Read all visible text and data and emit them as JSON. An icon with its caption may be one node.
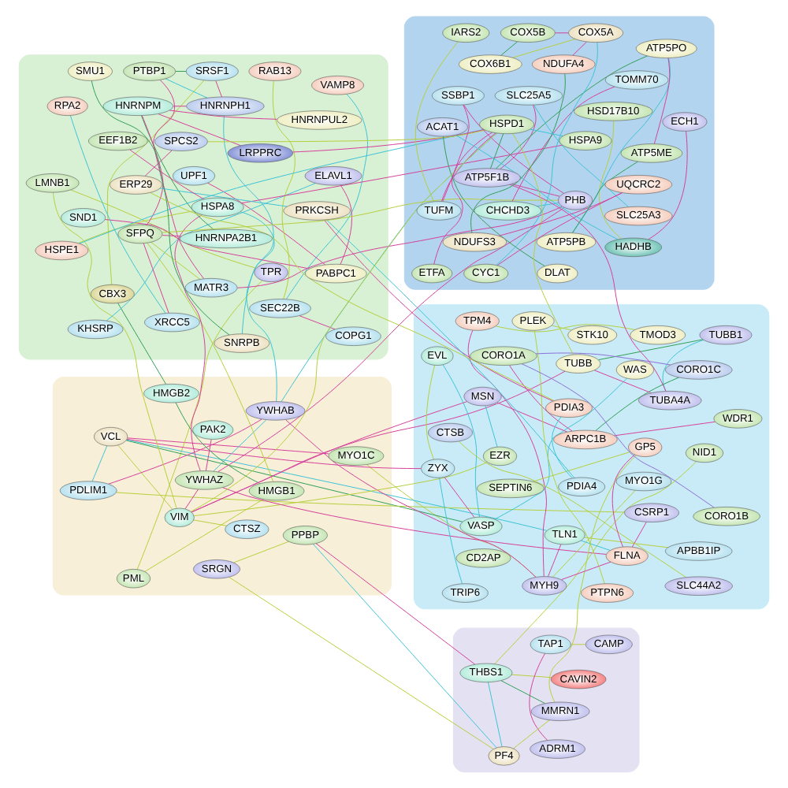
{
  "diagram": {
    "nodes": [
      {
        "text": [],
        "shape": "ellipse"
      },
      {
        "text": [
          "MYO1C"
        ],
        "in": 0
      },
      {
        "text": [
          "SRGN"
        ],
        "in": 0
      },
      {
        "text": [
          "PPBP"
        ],
        "in": 0
      },
      {
        "text": [
          "PML"
        ],
        "in": 0
      },
      {
        "text": [
          "VCL"
        ],
        "in": 0
      },
      {
        "text": [
          "PDLIM1"
        ],
        "in": 0
      },
      {
        "text": [
          "YWHAB"
        ],
        "in": 0
      },
      {
        "text": [
          "HMGB2"
        ],
        "in": 0
      },
      {
        "text": [
          "CTSZ"
        ],
        "in": 0
      },
      {
        "text": [
          "HMGB1"
        ],
        "in": 0
      },
      {
        "text": [
          "VIM"
        ],
        "in": 0
      },
      {
        "text": [
          "PAK2"
        ],
        "in": 0
      },
      {
        "text": [
          "YWHAZ"
        ],
        "in": 0
      },
      {
        "text": [],
        "shape": "ellipse"
      },
      {
        "text": [
          "CAVIN2"
        ],
        "in": 14
      },
      {
        "text": [
          "ADRM1"
        ],
        "in": 14
      },
      {
        "text": [
          "CAMP"
        ],
        "in": 14
      },
      {
        "text": [
          "PF4"
        ],
        "in": 14
      },
      {
        "text": [
          "THBS1"
        ],
        "in": 14
      },
      {
        "text": [
          "TAP1"
        ],
        "in": 14
      },
      {
        "text": [
          "MMRN1"
        ],
        "in": 14
      },
      {
        "text": [],
        "shape": "ellipse"
      },
      {
        "text": [
          "TRIP6"
        ],
        "in": 22
      },
      {
        "text": [
          "ZYX"
        ],
        "in": 22
      },
      {
        "text": [
          "NID1"
        ],
        "in": 22
      },
      {
        "text": [
          "WDR1"
        ],
        "in": 22
      },
      {
        "text": [
          "WAS"
        ],
        "in": 22
      },
      {
        "text": [
          "VASP"
        ],
        "in": 22
      },
      {
        "text": [
          "PLEK"
        ],
        "in": 22
      },
      {
        "text": [
          "MYO1G"
        ],
        "in": 22
      },
      {
        "text": [
          "CD2AP"
        ],
        "in": 22
      },
      {
        "text": [
          "TUBB1"
        ],
        "in": 22
      },
      {
        "text": [
          "TPM4"
        ],
        "in": 22
      },
      {
        "text": [
          "EZR"
        ],
        "in": 22
      },
      {
        "text": [
          "MSN"
        ],
        "in": 22
      },
      {
        "text": [
          "ARPC1B"
        ],
        "in": 22
      },
      {
        "text": [
          "APBB1IP"
        ],
        "in": 22
      },
      {
        "text": [
          "TMOD3"
        ],
        "in": 22
      },
      {
        "text": [
          "STK10"
        ],
        "in": 22
      },
      {
        "text": [
          "EVL"
        ],
        "in": 22
      },
      {
        "text": [
          "TLN1"
        ],
        "in": 22
      },
      {
        "text": [
          "PTPN6"
        ],
        "in": 22
      },
      {
        "text": [
          "CSRP1"
        ],
        "in": 22
      },
      {
        "text": [
          "CORO1C"
        ],
        "in": 22
      },
      {
        "text": [
          "TUBA4A"
        ],
        "in": 22
      },
      {
        "text": [
          "CTSB"
        ],
        "in": 22
      },
      {
        "text": [
          "SEPTIN6"
        ],
        "in": 22
      },
      {
        "text": [
          "MYH9"
        ],
        "in": 22
      },
      {
        "text": [
          "CORO1A"
        ],
        "in": 22
      },
      {
        "text": [
          "CORO1B"
        ],
        "in": 22
      },
      {
        "text": [
          "SLC44A2"
        ],
        "in": 22
      },
      {
        "text": [
          "PDIA3"
        ],
        "in": 22
      },
      {
        "text": [
          "GP5"
        ],
        "in": 22
      },
      {
        "text": [
          "FLNA"
        ],
        "in": 22
      },
      {
        "text": [
          "TUBB"
        ],
        "in": 22
      },
      {
        "text": [
          "PDIA4"
        ],
        "in": 22
      },
      {
        "text": [],
        "shape": "ellipse"
      },
      {
        "text": [
          "VAMP8"
        ],
        "in": 57
      },
      {
        "text": [
          "SEC22B"
        ],
        "in": 57
      },
      {
        "text": [
          "CBX3"
        ],
        "in": 57
      },
      {
        "text": [
          "UPF1"
        ],
        "in": 57
      },
      {
        "text": [
          "KHSRP"
        ],
        "in": 57
      },
      {
        "text": [
          "COPG1"
        ],
        "in": 57
      },
      {
        "text": [
          "TPR"
        ],
        "in": 57
      },
      {
        "text": [
          "RAB13"
        ],
        "in": 57
      },
      {
        "text": [
          "SRSF1"
        ],
        "in": 57
      },
      {
        "text": [
          "ELAVL1"
        ],
        "in": 57
      },
      {
        "text": [
          "LMNB1"
        ],
        "in": 57
      },
      {
        "text": [
          "PTBP1"
        ],
        "in": 57
      },
      {
        "text": [
          "SNRPB"
        ],
        "in": 57
      },
      {
        "text": [
          "PABPC1"
        ],
        "in": 57
      },
      {
        "text": [
          "SND1"
        ],
        "in": 57
      },
      {
        "text": [
          "HNRNPH1"
        ],
        "in": 57
      },
      {
        "text": [
          "MATR3"
        ],
        "in": 57
      },
      {
        "text": [
          "HSPA8"
        ],
        "in": 57
      },
      {
        "text": [
          "HNRNPM"
        ],
        "in": 57
      },
      {
        "text": [
          "HNRNPA2B1"
        ],
        "in": 57
      },
      {
        "text": [
          "HSPE1"
        ],
        "in": 57
      },
      {
        "text": [
          "PRKCSH"
        ],
        "in": 57
      },
      {
        "text": [
          "SFPQ"
        ],
        "in": 57
      },
      {
        "text": [
          "ERP29"
        ],
        "in": 57
      },
      {
        "text": [
          "HNRNPUL2"
        ],
        "in": 57
      },
      {
        "text": [
          "EEF1B2"
        ],
        "in": 57
      },
      {
        "text": [
          "RPA2"
        ],
        "in": 57
      },
      {
        "text": [
          "LRPPRC"
        ],
        "in": 57
      },
      {
        "text": [
          "XRCC5"
        ],
        "in": 57
      },
      {
        "text": [
          "SMU1"
        ],
        "in": 57
      },
      {
        "text": [],
        "shape": "ellipse"
      },
      {
        "text": [
          "PHB"
        ],
        "in": 88
      },
      {
        "text": [
          "SSBP1"
        ],
        "in": 88
      },
      {
        "text": [
          "CHCHD3"
        ],
        "in": 88
      },
      {
        "text": [
          "ATP5F1B"
        ],
        "in": 88
      },
      {
        "text": [
          "TOMM70"
        ],
        "in": 88
      },
      {
        "text": [
          "TUFM"
        ],
        "in": 88
      },
      {
        "text": [
          "SLC25A5"
        ],
        "in": 88
      },
      {
        "text": [
          "SLC25A3"
        ],
        "in": 88
      },
      {
        "text": [
          "DLAT"
        ],
        "in": 88
      },
      {
        "text": [
          "HSPD1"
        ],
        "in": 88
      },
      {
        "text": [
          "HSD17B10"
        ],
        "in": 88
      },
      {
        "text": [
          "IARS2"
        ],
        "in": 88
      },
      {
        "text": [
          "CYC1"
        ],
        "in": 88
      },
      {
        "text": [
          "COX5B"
        ],
        "in": 88
      },
      {
        "text": [
          "ACAT1"
        ],
        "in": 88
      },
      {
        "text": [
          "ATP5PO"
        ],
        "in": 88
      },
      {
        "text": [
          "COX6B1"
        ],
        "in": 88
      },
      {
        "text": [
          "NDUFS3"
        ],
        "in": 88
      },
      {
        "text": [
          "HADHB"
        ],
        "in": 88
      },
      {
        "text": [
          "UQCRC2"
        ],
        "in": 88
      },
      {
        "text": [
          "ATP5PB"
        ],
        "in": 88
      },
      {
        "text": [
          "COX5A"
        ],
        "in": 88
      },
      {
        "text": [
          "ECH1"
        ],
        "in": 88
      },
      {
        "text": [
          "ATP5ME"
        ],
        "in": 88
      },
      {
        "text": [
          "NDUFA4"
        ],
        "in": 88
      },
      {
        "text": [
          "ETFA"
        ],
        "in": 88
      },
      {
        "text": [
          "HSPA9"
        ],
        "in": 88
      },
      {
        "text": [
          "SPCS2"
        ],
        "in": 57
      }
    ],
    "edges": [
      {
        "from": 1,
        "to": 5,
        "arrow": "none"
      },
      {
        "from": 5,
        "to": 6,
        "arrow": "none",
        "color": "#3cc3d6"
      },
      {
        "from": 6,
        "to": 7,
        "arrow": "none"
      },
      {
        "from": 7,
        "to": 13,
        "arrow": "none",
        "color": "#3cc3d6"
      },
      {
        "from": 11,
        "to": 13,
        "arrow": "none"
      },
      {
        "from": 5,
        "to": 11,
        "arrow": "none",
        "color": "#b5cf3a"
      },
      {
        "from": 9,
        "to": 11,
        "arrow": "none",
        "color": "#b5cf3a"
      },
      {
        "from": 8,
        "to": 10,
        "arrow": "none",
        "color": "#2f9e55"
      },
      {
        "from": 4,
        "to": 10,
        "arrow": "none",
        "color": "#b5cf3a"
      },
      {
        "from": 2,
        "to": 3,
        "arrow": "none",
        "color": "#b5cf3a"
      },
      {
        "from": 12,
        "to": 13,
        "arrow": "none"
      },
      {
        "from": 3,
        "to": 18,
        "arrow": "none",
        "color": "#3cc3d6"
      },
      {
        "from": 3,
        "to": 19,
        "arrow": "none"
      },
      {
        "from": 2,
        "to": 18,
        "arrow": "none",
        "color": "#b5cf3a"
      },
      {
        "from": 18,
        "to": 19,
        "arrow": "none",
        "color": "#3cc3d6"
      },
      {
        "from": 18,
        "to": 21,
        "arrow": "none",
        "color": "#b5cf3a"
      },
      {
        "from": 19,
        "to": 21,
        "arrow": "none",
        "color": "#2f9e55"
      },
      {
        "from": 17,
        "to": 20,
        "arrow": "none",
        "color": "#b5cf3a"
      },
      {
        "from": 16,
        "to": 20,
        "arrow": "none"
      },
      {
        "from": 15,
        "to": 19,
        "arrow": "none",
        "color": "#b5cf3a"
      },
      {
        "from": 23,
        "to": 24,
        "arrow": "none",
        "color": "#3cc3d6"
      },
      {
        "from": 24,
        "to": 28,
        "arrow": "none"
      },
      {
        "from": 27,
        "to": 28,
        "arrow": "none",
        "color": "#3cc3d6"
      },
      {
        "from": 26,
        "to": 36,
        "arrow": "none"
      },
      {
        "from": 29,
        "to": 39,
        "arrow": "none",
        "color": "#b5cf3a"
      },
      {
        "from": 34,
        "to": 35,
        "arrow": "none",
        "color": "#3cc3d6"
      },
      {
        "from": 35,
        "to": 36,
        "arrow": "none"
      },
      {
        "from": 36,
        "to": 44,
        "arrow": "none",
        "color": "#2f9e55"
      },
      {
        "from": 44,
        "to": 49,
        "arrow": "none",
        "color": "#8c6fd8"
      },
      {
        "from": 49,
        "to": 50,
        "arrow": "none",
        "color": "#8c6fd8"
      },
      {
        "from": 36,
        "to": 49,
        "arrow": "none"
      },
      {
        "from": 28,
        "to": 40,
        "arrow": "none",
        "color": "#3cc3d6"
      },
      {
        "from": 24,
        "to": 40,
        "arrow": "none",
        "color": "#b5cf3a"
      },
      {
        "from": 41,
        "to": 48,
        "arrow": "none"
      },
      {
        "from": 48,
        "to": 54,
        "arrow": "none"
      },
      {
        "from": 41,
        "to": 54,
        "arrow": "none",
        "color": "#3cc3d6"
      },
      {
        "from": 37,
        "to": 41,
        "arrow": "none",
        "color": "#b5cf3a"
      },
      {
        "from": 32,
        "to": 55,
        "arrow": "none",
        "color": "#2f9e55"
      },
      {
        "from": 45,
        "to": 55,
        "arrow": "none"
      },
      {
        "from": 32,
        "to": 45,
        "arrow": "none",
        "color": "#3cc3d6"
      },
      {
        "from": 33,
        "to": 38,
        "arrow": "none",
        "color": "#b5cf3a"
      },
      {
        "from": 33,
        "to": 48,
        "arrow": "none"
      },
      {
        "from": 30,
        "to": 48,
        "arrow": "none",
        "color": "#b5cf3a"
      },
      {
        "from": 43,
        "to": 54,
        "arrow": "none"
      },
      {
        "from": 42,
        "to": 29,
        "arrow": "none",
        "color": "#b5cf3a"
      },
      {
        "from": 47,
        "to": 53,
        "arrow": "none",
        "color": "#b5cf3a"
      },
      {
        "from": 52,
        "to": 56,
        "arrow": "none",
        "color": "#3cc3d6"
      },
      {
        "from": 53,
        "to": 54,
        "arrow": "none"
      },
      {
        "from": 46,
        "to": 51,
        "arrow": "none",
        "color": "#b5cf3a"
      },
      {
        "from": 25,
        "to": 19,
        "arrow": "none",
        "color": "#b5cf3a"
      },
      {
        "from": 21,
        "to": 53,
        "arrow": "none",
        "color": "#b5cf3a"
      },
      {
        "from": 5,
        "to": 41,
        "arrow": "none",
        "color": "#3cc3d6"
      },
      {
        "from": 5,
        "to": 24,
        "arrow": "none"
      },
      {
        "from": 5,
        "to": 28,
        "arrow": "none",
        "color": "#2f9e55"
      },
      {
        "from": 6,
        "to": 43,
        "arrow": "none",
        "color": "#b5cf3a"
      },
      {
        "from": 11,
        "to": 35,
        "arrow": "none"
      },
      {
        "from": 11,
        "to": 34,
        "arrow": "none",
        "color": "#b5cf3a"
      },
      {
        "from": 7,
        "to": 48,
        "arrow": "none"
      },
      {
        "from": 13,
        "to": 54,
        "arrow": "none"
      },
      {
        "from": 1,
        "to": 48,
        "arrow": "none",
        "color": "#b5cf3a"
      },
      {
        "from": 11,
        "to": 55,
        "arrow": "none"
      },
      {
        "from": 11,
        "to": 68,
        "arrow": "none",
        "color": "#b5cf3a"
      },
      {
        "from": 13,
        "to": 75,
        "arrow": "none"
      },
      {
        "from": 7,
        "to": 75,
        "arrow": "none",
        "color": "#3cc3d6"
      },
      {
        "from": 10,
        "to": 80,
        "arrow": "none",
        "color": "#b5cf3a"
      },
      {
        "from": 8,
        "to": 60,
        "arrow": "none",
        "color": "#2f9e55"
      },
      {
        "from": 4,
        "to": 64,
        "arrow": "none",
        "color": "#b5cf3a"
      },
      {
        "from": 58,
        "to": 59,
        "arrow": "none",
        "color": "#3cc3d6"
      },
      {
        "from": 59,
        "to": 63,
        "arrow": "none"
      },
      {
        "from": 60,
        "to": 66,
        "arrow": "none",
        "color": "#b5cf3a"
      },
      {
        "from": 61,
        "to": 71,
        "arrow": "none"
      },
      {
        "from": 62,
        "to": 67,
        "arrow": "none",
        "color": "#3cc3d6"
      },
      {
        "from": 67,
        "to": 71,
        "arrow": "none"
      },
      {
        "from": 66,
        "to": 69,
        "arrow": "none",
        "color": "#2f9e55"
      },
      {
        "from": 66,
        "to": 73,
        "arrow": "none"
      },
      {
        "from": 69,
        "to": 73,
        "arrow": "none",
        "color": "#3cc3d6"
      },
      {
        "from": 73,
        "to": 76,
        "arrow": "none"
      },
      {
        "from": 76,
        "to": 77,
        "arrow": "none",
        "color": "#2f9e55"
      },
      {
        "from": 69,
        "to": 74,
        "arrow": "none"
      },
      {
        "from": 74,
        "to": 80,
        "arrow": "none",
        "color": "#b5cf3a"
      },
      {
        "from": 76,
        "to": 80,
        "arrow": "none"
      },
      {
        "from": 70,
        "to": 73,
        "arrow": "none",
        "color": "#3cc3d6"
      },
      {
        "from": 64,
        "to": 68,
        "arrow": "none",
        "color": "#b5cf3a"
      },
      {
        "from": 72,
        "to": 71,
        "arrow": "none"
      },
      {
        "from": 82,
        "to": 76,
        "arrow": "none"
      },
      {
        "from": 84,
        "to": 86,
        "arrow": "none",
        "color": "#3cc3d6"
      },
      {
        "from": 86,
        "to": 80,
        "arrow": "none"
      },
      {
        "from": 85,
        "to": 76,
        "arrow": "none"
      },
      {
        "from": 75,
        "to": 78,
        "arrow": "none",
        "color": "#b5cf3a"
      },
      {
        "from": 79,
        "to": 81,
        "arrow": "none",
        "color": "#3cc3d6"
      },
      {
        "from": 83,
        "to": 75,
        "arrow": "none"
      },
      {
        "from": 87,
        "to": 70,
        "arrow": "none",
        "color": "#2f9e55"
      },
      {
        "from": 77,
        "to": 80,
        "arrow": "none"
      },
      {
        "from": 65,
        "to": 59,
        "arrow": "none",
        "color": "#b5cf3a"
      },
      {
        "from": 78,
        "to": 98,
        "arrow": "none",
        "color": "#3cc3d6"
      },
      {
        "from": 75,
        "to": 115,
        "arrow": "none"
      },
      {
        "from": 85,
        "to": 98,
        "arrow": "none"
      },
      {
        "from": 80,
        "to": 89,
        "arrow": "none",
        "color": "#b5cf3a"
      },
      {
        "from": 74,
        "to": 89,
        "arrow": "none"
      },
      {
        "from": 81,
        "to": 52,
        "arrow": "none",
        "color": "#b5cf3a"
      },
      {
        "from": 79,
        "to": 52,
        "arrow": "none"
      },
      {
        "from": 79,
        "to": 56,
        "arrow": "none",
        "color": "#3cc3d6"
      },
      {
        "from": 89,
        "to": 90,
        "arrow": "none"
      },
      {
        "from": 89,
        "to": 91,
        "arrow": "none",
        "color": "#3cc3d6"
      },
      {
        "from": 89,
        "to": 92,
        "arrow": "none"
      },
      {
        "from": 92,
        "to": 98,
        "arrow": "none",
        "color": "#2f9e55"
      },
      {
        "from": 94,
        "to": 98,
        "arrow": "none"
      },
      {
        "from": 95,
        "to": 96,
        "arrow": "none",
        "color": "#3cc3d6"
      },
      {
        "from": 92,
        "to": 95,
        "arrow": "none"
      },
      {
        "from": 92,
        "to": 104,
        "arrow": "none",
        "color": "#2f9e55"
      },
      {
        "from": 104,
        "to": 109,
        "arrow": "none",
        "color": "#3cc3d6"
      },
      {
        "from": 104,
        "to": 112,
        "arrow": "none"
      },
      {
        "from": 109,
        "to": 112,
        "arrow": "none",
        "color": "#2f9e55"
      },
      {
        "from": 101,
        "to": 108,
        "arrow": "none"
      },
      {
        "from": 101,
        "to": 110,
        "arrow": "none",
        "color": "#3cc3d6"
      },
      {
        "from": 102,
        "to": 105,
        "arrow": "none",
        "color": "#2f9e55"
      },
      {
        "from": 102,
        "to": 110,
        "arrow": "none"
      },
      {
        "from": 105,
        "to": 110,
        "arrow": "none",
        "color": "#b5cf3a"
      },
      {
        "from": 113,
        "to": 110,
        "arrow": "none"
      },
      {
        "from": 97,
        "to": 103,
        "arrow": "none",
        "color": "#2f9e55"
      },
      {
        "from": 103,
        "to": 107,
        "arrow": "none",
        "color": "#3cc3d6"
      },
      {
        "from": 107,
        "to": 111,
        "arrow": "none"
      },
      {
        "from": 99,
        "to": 107,
        "arrow": "none",
        "color": "#b5cf3a"
      },
      {
        "from": 106,
        "to": 113,
        "arrow": "none",
        "color": "#2f9e55"
      },
      {
        "from": 93,
        "to": 91,
        "arrow": "none"
      },
      {
        "from": 94,
        "to": 100,
        "arrow": "none",
        "color": "#b5cf3a"
      },
      {
        "from": 114,
        "to": 98,
        "arrow": "none"
      },
      {
        "from": 115,
        "to": 98,
        "arrow": "none",
        "color": "#3cc3d6"
      },
      {
        "from": 90,
        "to": 94,
        "arrow": "none"
      },
      {
        "from": 106,
        "to": 108,
        "arrow": "none"
      },
      {
        "from": 98,
        "to": 55,
        "arrow": "none",
        "color": "#b5cf3a"
      },
      {
        "from": 89,
        "to": 13,
        "arrow": "none"
      },
      {
        "from": 98,
        "to": 11,
        "arrow": "none",
        "color": "#b5cf3a"
      },
      {
        "from": 92,
        "to": 45,
        "arrow": "none"
      },
      {
        "from": 98,
        "to": 7,
        "arrow": "none",
        "color": "#3cc3d6"
      },
      {
        "from": 116,
        "to": 81,
        "arrow": "none"
      },
      {
        "from": 116,
        "to": 98,
        "arrow": "none",
        "color": "#b5cf3a"
      }
    ]
  }
}
